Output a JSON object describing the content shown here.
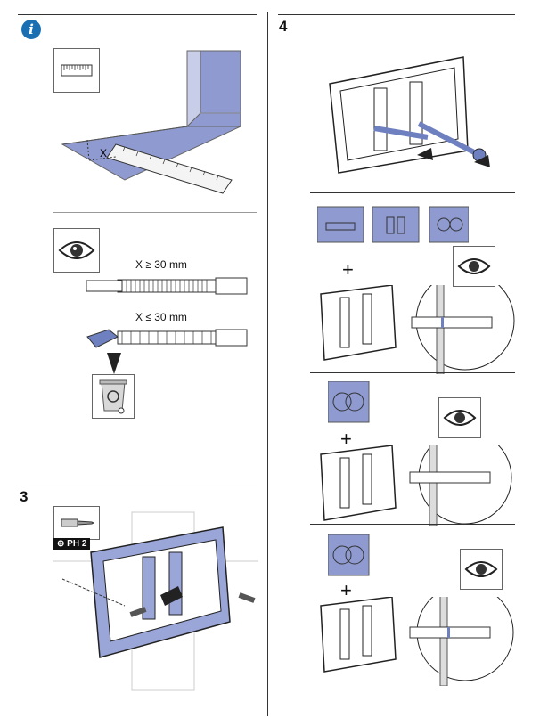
{
  "steps": {
    "info": {
      "icon": "info-icon"
    },
    "step3": {
      "number": "3",
      "tool_badge": "⊕ PH 2"
    },
    "step4": {
      "number": "4"
    }
  },
  "measure": {
    "x_label": "X",
    "ge_label": "X ≥ 30 mm",
    "le_label": "X ≤ 30 mm"
  },
  "colors": {
    "accent_blue": "#7f8fc8",
    "frame_dark": "#333333",
    "rule": "#333333"
  }
}
